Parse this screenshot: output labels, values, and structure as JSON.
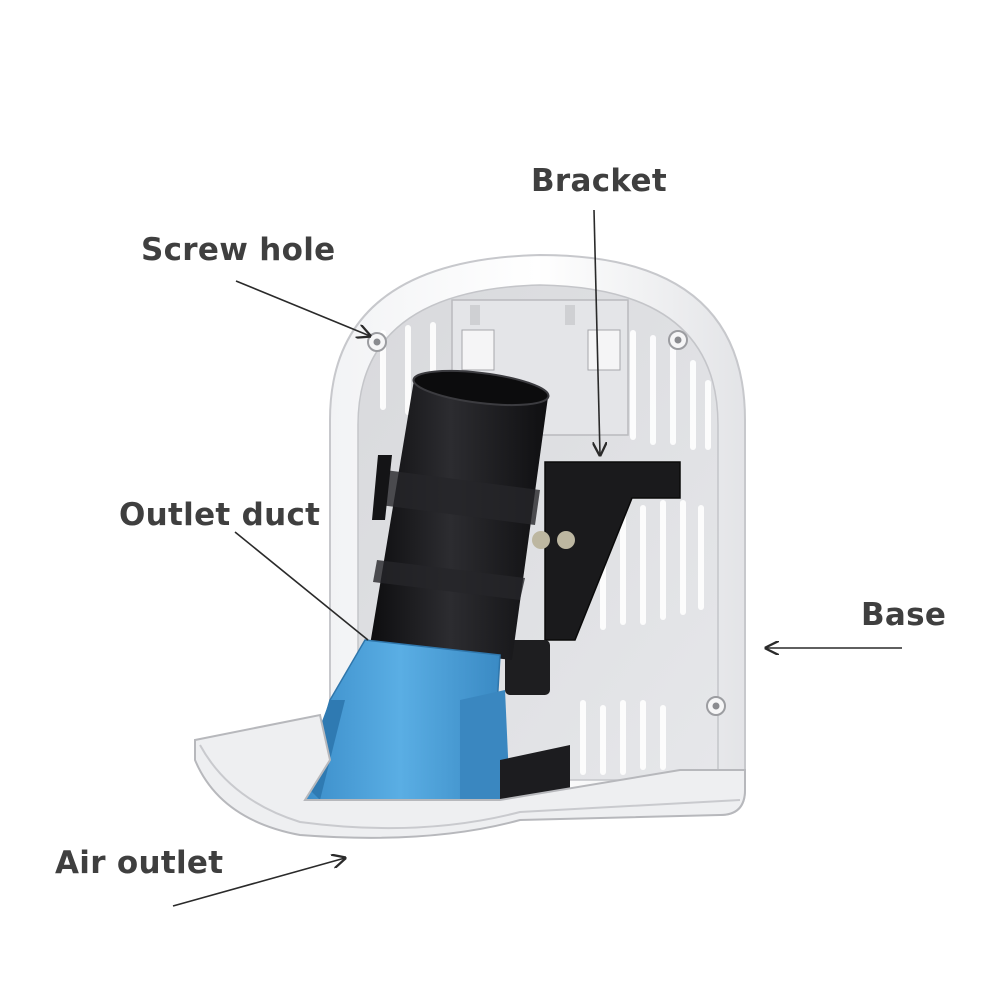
{
  "labels": {
    "bracket": "Bracket",
    "screw_hole": "Screw hole",
    "outlet_duct": "Outlet duct",
    "base": "Base",
    "air_outlet": "Air outlet"
  },
  "colors": {
    "label_text": "#3f3f3f",
    "leader_line": "#2a2a2a",
    "base_shell": "#e9eaec",
    "base_inner": "#dcdde0",
    "duct_black": "#1c1c1e",
    "duct_blue": "#4a9fd8",
    "vent_slot": "#ffffff"
  }
}
